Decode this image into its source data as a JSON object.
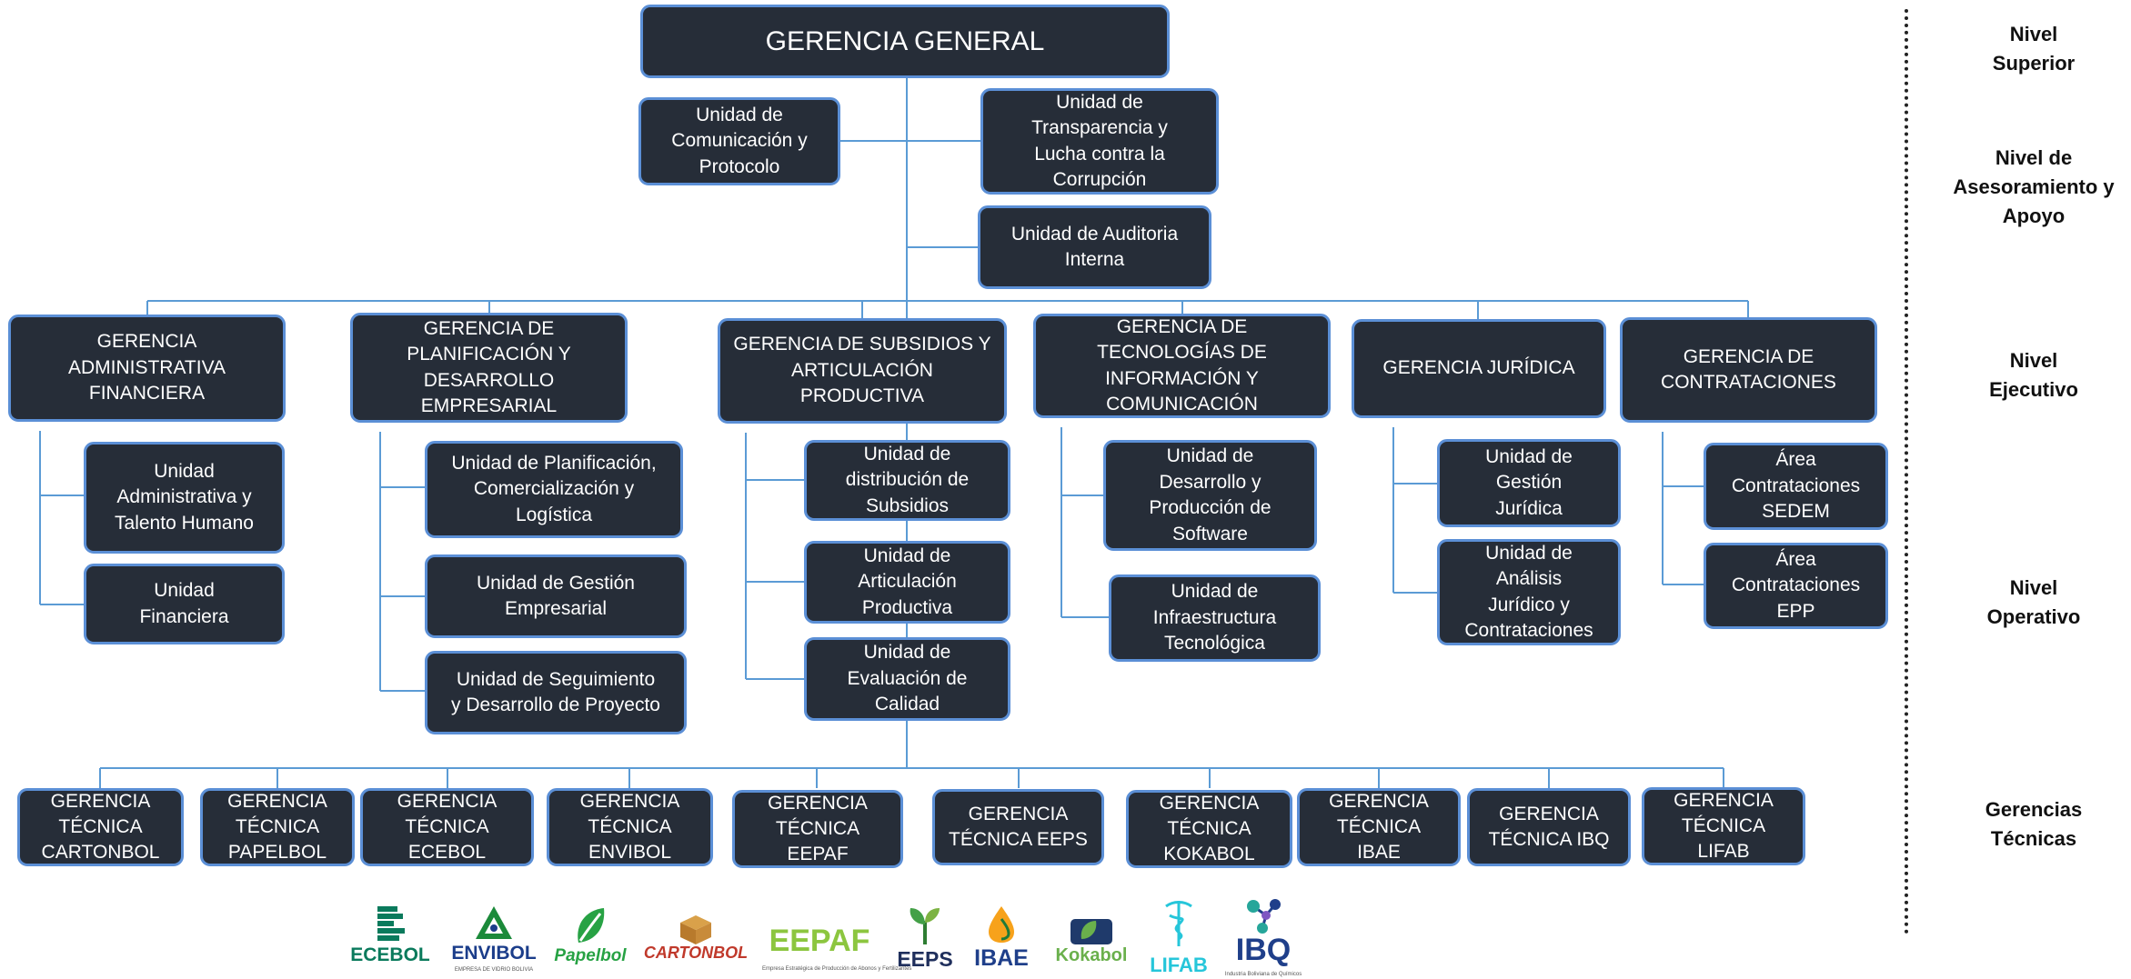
{
  "units": {
    "gerencia_general": "GERENCIA GENERAL",
    "com_protocolo": "Unidad de\nComunicación y\nProtocolo",
    "transparencia": "Unidad de\nTransparencia y\nLucha contra la\nCorrupción",
    "auditoria": "Unidad de Auditoria\nInterna",
    "g_adm_fin": "GERENCIA\nADMINISTRATIVA\nFINANCIERA",
    "g_planif": "GERENCIA DE\nPLANIFICACIÓN Y\nDESARROLLO\nEMPRESARIAL",
    "g_subsidios": "GERENCIA DE SUBSIDIOS Y\nARTICULACIÓN\nPRODUCTIVA",
    "g_tic": "GERENCIA DE\nTECNOLOGÍAS DE\nINFORMACIÓN Y\nCOMUNICACIÓN",
    "g_juridica": "GERENCIA  JURÍDICA",
    "g_contrat": "GERENCIA DE\nCONTRATACIONES",
    "u_adm_th": "Unidad\nAdministrativa y\nTalento Humano",
    "u_financiera": "Unidad\nFinanciera",
    "u_planif_com": "Unidad de Planificación,\nComercialización y\nLogística",
    "u_gestion_emp": "Unidad de Gestión\nEmpresarial",
    "u_seguimiento": "Unidad de Seguimiento\ny Desarrollo de Proyecto",
    "u_dist_subsidios": "Unidad de\ndistribución de\nSubsidios",
    "u_articulacion": "Unidad de\nArticulación\nProductiva",
    "u_evaluacion": "Unidad de\nEvaluación de\nCalidad",
    "u_software": "Unidad de\nDesarrollo y\nProducción de\nSoftware",
    "u_infra": "Unidad de\nInfraestructura\nTecnológica",
    "u_gestion_jur": "Unidad de\nGestión\nJurídica",
    "u_analisis_jur": "Unidad de\nAnálisis\nJurídico y\nContrataciones",
    "a_sedem": "Área\nContrataciones\nSEDEM",
    "a_epp": "Área\nContrataciones\nEPP",
    "gt_cartonbol": "GERENCIA\nTÉCNICA\nCARTONBOL",
    "gt_papelbol": "GERENCIA\nTÉCNICA\nPAPELBOL",
    "gt_ecebol": "GERENCIA\nTÉCNICA\nECEBOL",
    "gt_envibol": "GERENCIA\nTÉCNICA\nENVIBOL",
    "gt_eepaf": "GERENCIA\nTÉCNICA\nEEPAF",
    "gt_eeps": "GERENCIA\nTÉCNICA EEPS",
    "gt_kokabol": "GERENCIA\nTÉCNICA\nKOKABOL",
    "gt_ibae": "GERENCIA\nTÉCNICA\nIBAE",
    "gt_ibq": "GERENCIA\nTÉCNICA IBQ",
    "gt_lifab": "GERENCIA\nTÉCNICA\nLIFAB"
  },
  "levels": {
    "superior": "Nivel\nSuperior",
    "asesoramiento": "Nivel de\nAsesoramiento y\nApoyo",
    "ejecutivo": "Nivel\nEjecutivo",
    "operativo": "Nivel\nOperativo",
    "gerencias_tecnicas": "Gerencias\nTécnicas"
  },
  "logos": {
    "ecebol": "ECEBOL",
    "envibol": "ENVIBOL",
    "envibol_sub": "EMPRESA DE VIDRIO BOLIVIA",
    "papelbol": "Papelbol",
    "cartonbol": "CARTONBOL",
    "eepaf": "EEPAF",
    "eepaf_sub": "Empresa Estratégica de Producción de Abonos y Fertilizantes",
    "eeps": "EEPS",
    "ibae": "IBAE",
    "kokabol": "Kokabol",
    "lifab": "LIFAB",
    "ibq": "IBQ",
    "ibq_sub": "Industria Boliviana de Químicos"
  },
  "colors": {
    "box_fill": "#262d38",
    "box_border": "#5b8fd6",
    "connector": "#5b9bd5"
  }
}
